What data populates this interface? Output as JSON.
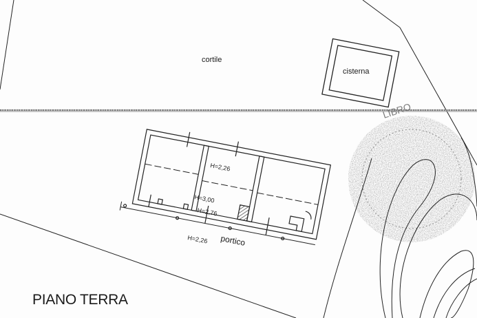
{
  "labels": {
    "cortile": "cortile",
    "cisterna": "cisterna",
    "portico": "portico",
    "title": "PIANO TERRA",
    "stamp_text": "LIBRO"
  },
  "dimensions": {
    "h1": "H=2,26",
    "h2": "H=3,00",
    "h3": "H=2,76",
    "h4": "H=2,26"
  },
  "colors": {
    "line": "#222222",
    "stamp": "#6a6a6a",
    "background": "#fdfdfd"
  }
}
